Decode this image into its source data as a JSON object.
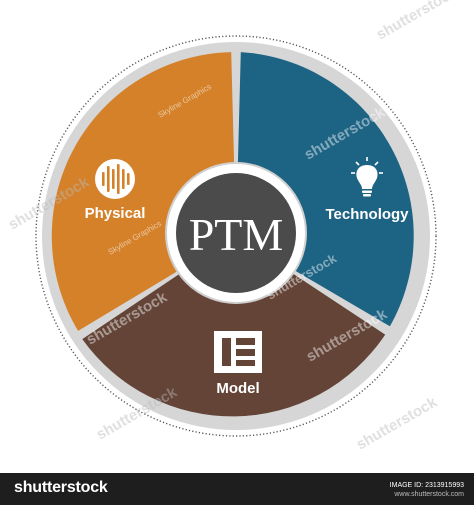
{
  "center": {
    "label": "PTM"
  },
  "segments": [
    {
      "label": "Physical",
      "icon": "sound-wave-icon",
      "color": "#d4812a"
    },
    {
      "label": "Technology",
      "icon": "light-bulb-icon",
      "color": "#1d6383"
    },
    {
      "label": "Model",
      "icon": "layout-icon",
      "color": "#634437"
    }
  ],
  "colors": {
    "center": "#4b4b4b",
    "ring": "#d6d6d6"
  },
  "watermarks": [
    "shutterstock",
    "Skyline Graphics"
  ],
  "footer": {
    "brand": "shutterstock",
    "image_id": "IMAGE ID: 2313915993",
    "site": "www.shutterstock.com"
  }
}
